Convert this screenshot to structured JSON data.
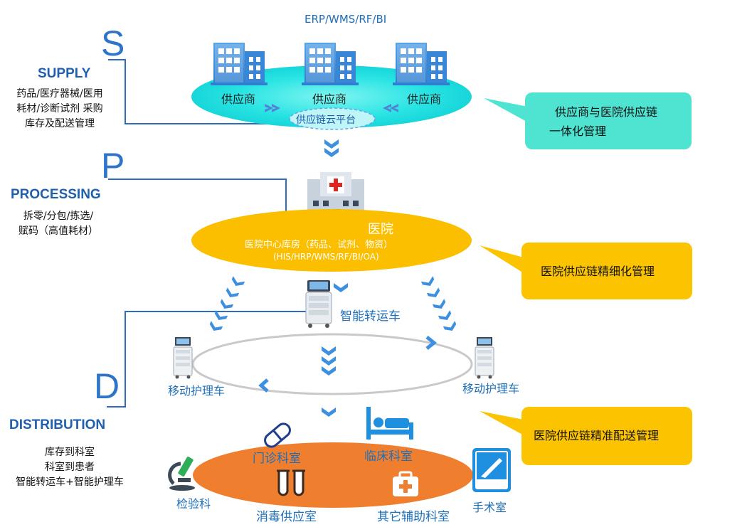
{
  "header_systems": "ERP/WMS/RF/BI",
  "left": {
    "supply": {
      "letter": "S",
      "title": "SUPPLY",
      "lines": [
        "药品/医疗器械/医用",
        "耗材/诊断试剂 采购",
        "库存及配送管理"
      ]
    },
    "processing": {
      "letter": "P",
      "title": "PROCESSING",
      "lines": [
        "拆零/分包/拣选/",
        "赋码（高值耗材）"
      ]
    },
    "distribution": {
      "letter": "D",
      "title": "DISTRIBUTION",
      "lines": [
        "库存到科室",
        "科室到患者",
        "智能转运车+智能护理车"
      ]
    }
  },
  "supply_layer": {
    "suppliers": [
      "供应商",
      "供应商",
      "供应商"
    ],
    "platform": "供应链云平台"
  },
  "hospital_layer": {
    "title": "医院",
    "line1": "医院中心库房（药品、试剂、物资）",
    "line2": "(HIS/HRP/WMS/RF/BI/OA)"
  },
  "transport": {
    "smart_cart": "智能转运车",
    "mobile_cart_left": "移动护理车",
    "mobile_cart_right": "移动护理车"
  },
  "departments": {
    "outpatient": "门诊科室",
    "clinical": "临床科室",
    "lab": "检验科",
    "sterilization": "消毒供应室",
    "auxiliary": "其它辅助科室",
    "surgery": "手术室"
  },
  "callouts": {
    "c1": {
      "lines": [
        "供应商与医院供应链",
        "一体化管理"
      ],
      "color": "#4fe3d2"
    },
    "c2": {
      "text": "医院供应链精细化管理",
      "color": "#fcc400"
    },
    "c3": {
      "text": "医院供应链精准配送管理",
      "color": "#fcc400"
    }
  },
  "colors": {
    "accent_blue": "#2e74c8",
    "cyan": "#22dede",
    "gold": "#fbbf00",
    "orange": "#ef7f2f"
  }
}
